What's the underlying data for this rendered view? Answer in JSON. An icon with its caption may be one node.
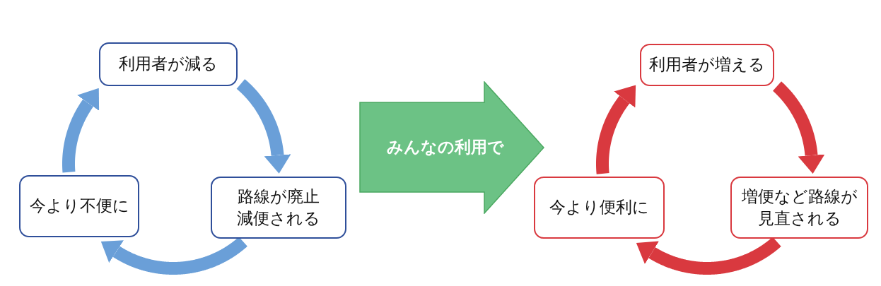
{
  "diagram": {
    "nodes": [
      {
        "text": [
          "利用者が減る"
        ]
      },
      {
        "text": [
          "路線が廃止減便される"
        ]
      },
      {
        "text": [
          "今より不便に"
        ]
      },
      {
        "text": [
          "みんなの利用で"
        ]
      },
      {
        "text": [
          "利用者が増える"
        ]
      },
      {
        "text": [
          "増便など路線が見直される"
        ]
      },
      {
        "text": [
          "今より便利に"
        ]
      }
    ],
    "edges": [
      {
        "from": 0,
        "to": 1,
        "arrow": "to",
        "color": "#6a9fd8"
      },
      {
        "from": 1,
        "to": 2,
        "arrow": "to",
        "color": "#6a9fd8"
      },
      {
        "from": 2,
        "to": 0,
        "arrow": "to",
        "color": "#6a9fd8"
      },
      {
        "from": 4,
        "to": 5,
        "arrow": "to",
        "color": "#d9393f"
      },
      {
        "from": 5,
        "to": 6,
        "arrow": "to",
        "color": "#d9393f"
      },
      {
        "from": 6,
        "to": 4,
        "arrow": "to",
        "color": "#d9393f"
      }
    ]
  }
}
